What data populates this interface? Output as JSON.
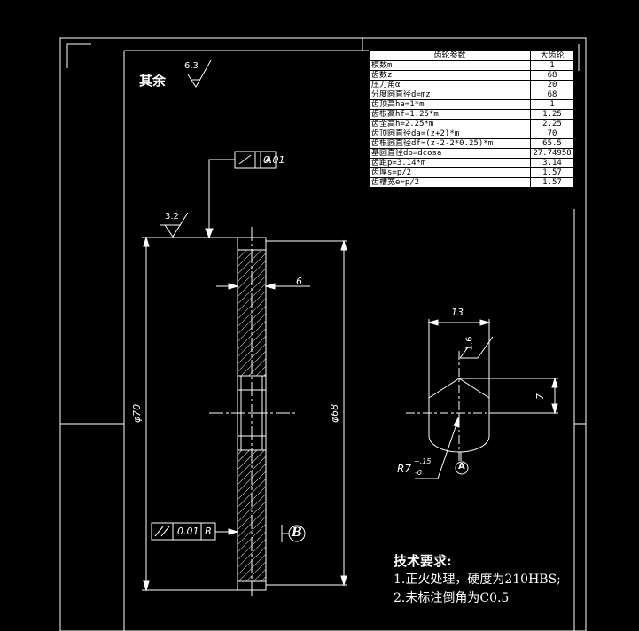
{
  "rest_label": "其余",
  "roughness": {
    "general": "6.3",
    "face": "3.2",
    "bore": "1.6"
  },
  "tolerances": {
    "runout": {
      "value": "0.01",
      "datum": "A"
    },
    "parallelism": {
      "value": "0.01",
      "datum": "B"
    }
  },
  "datum_b_label": "B",
  "datum_a_label": "A",
  "dimensions": {
    "width": "6",
    "outer_diameter": "φ70",
    "inner_diameter": "φ68",
    "keyway_width": "13",
    "keyway_depth": "7",
    "radius_main": "R7",
    "radius_tol_upper": "+.15",
    "radius_tol_lower": "-0"
  },
  "table": {
    "headers": [
      "齿轮参数",
      "大齿轮"
    ],
    "rows": [
      [
        "模数m",
        "1"
      ],
      [
        "齿数z",
        "68"
      ],
      [
        "压力角α",
        "20"
      ],
      [
        "分度圆直径d=mz",
        "68"
      ],
      [
        "齿顶高ha=1*m",
        "1"
      ],
      [
        "齿根高hf=1.25*m",
        "1.25"
      ],
      [
        "齿全高h=2.25*m",
        "2.25"
      ],
      [
        "齿顶圆直径da=(z+2)*m",
        "70"
      ],
      [
        "齿根圆直径df=(z-2-2*0.25)*m",
        "65.5"
      ],
      [
        "基圆直径db=dcosa",
        "27.74958"
      ],
      [
        "齿距p=3.14*m",
        "3.14"
      ],
      [
        "齿厚s=p/2",
        "1.57"
      ],
      [
        "齿槽宽e=p/2",
        "1.57"
      ]
    ]
  },
  "tech_req": {
    "title": "技术要求:",
    "items": [
      "1.正火处理，硬度为210HBS;",
      "2.未标注倒角为C0.5"
    ]
  }
}
